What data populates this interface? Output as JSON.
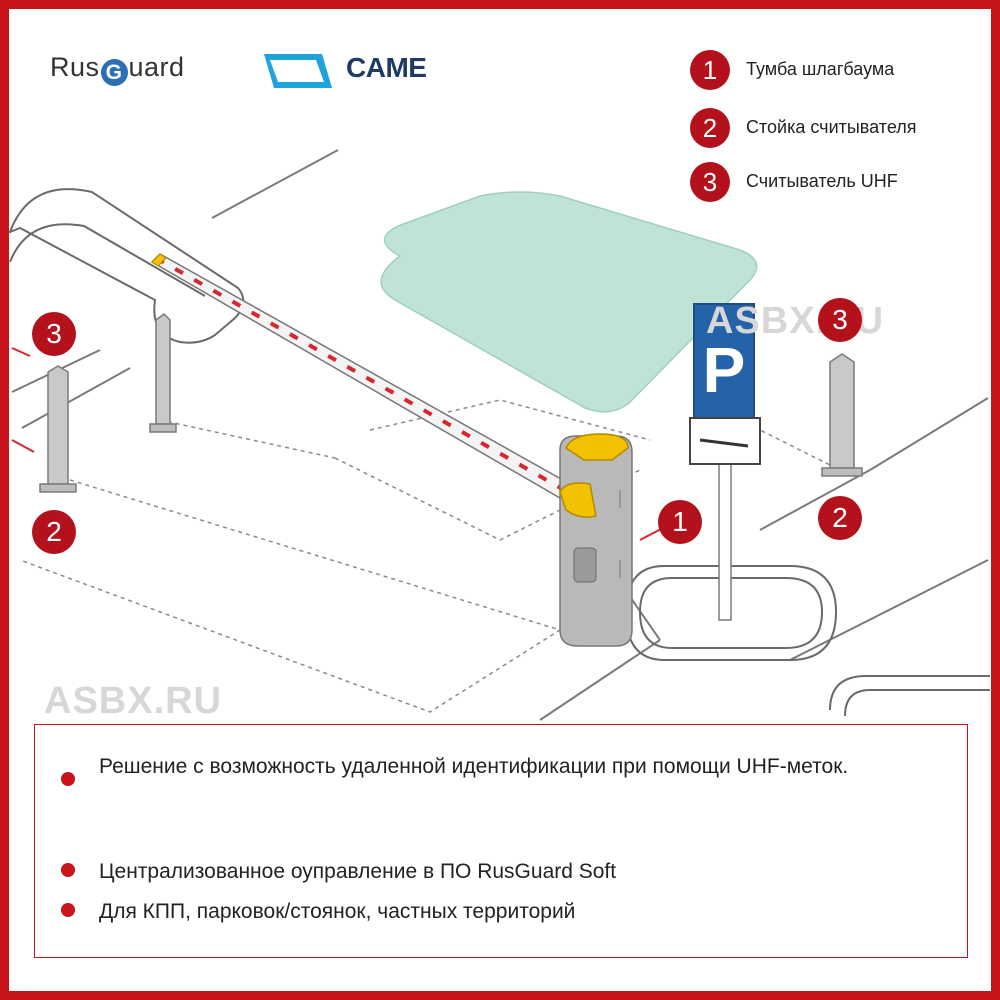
{
  "brands": {
    "rusguard": {
      "prefix": "Rus",
      "g": "G",
      "suffix": "uard"
    },
    "came": "CAME"
  },
  "legend": [
    {
      "number": "1",
      "label": "Тумба шлагбаума"
    },
    {
      "number": "2",
      "label": "Стойка считывателя"
    },
    {
      "number": "3",
      "label": "Считыватель UHF"
    }
  ],
  "callouts": {
    "left_reader": "3",
    "left_stand": "2",
    "right_reader": "3",
    "right_stand": "2",
    "barrier": "1"
  },
  "watermarks": [
    "ASBX.RU",
    "ASBX.RU"
  ],
  "sign_letter": "P",
  "features": [
    "Решение с возможность удаленной идентификации при помощи UHF-меток.",
    "Централизованное оуправление в ПО RusGuard  Soft",
    "Для КПП, парковок/стоянок, частных территорий"
  ],
  "colors": {
    "accent": "#c8141a",
    "badge": "#b3121c",
    "boom_stripe": "#d8262e",
    "barrier_cap": "#f2c200",
    "parking_sign": "#2563a8",
    "canopy": "#bfe3d5",
    "came_blue": "#1fa3dd"
  },
  "icons": [
    "came-logo-icon",
    "parking-sign-icon"
  ]
}
